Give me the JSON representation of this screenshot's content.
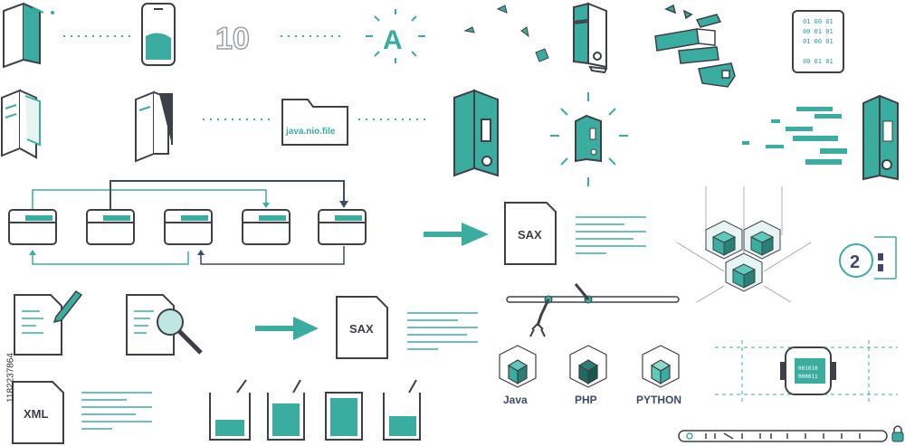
{
  "number_ten": "10",
  "letter_a": "A",
  "binary_card": [
    "01 00 01",
    "00 01 01",
    "01 00 01",
    "00 01 01"
  ],
  "folder_label": "java.nio.file",
  "sax_label_top": "SAX",
  "sax_label_bottom": "SAX",
  "xml_label": "XML",
  "badge_number": "2",
  "chip_binary": [
    "001010",
    "000011"
  ],
  "languages": [
    "Java",
    "PHP",
    "PYTHON"
  ],
  "stock_id": "1182237864",
  "colors": {
    "teal": "#3aada0",
    "dark": "#3d4048",
    "navy": "#3d4a6b",
    "light": "#e8f4f2"
  }
}
